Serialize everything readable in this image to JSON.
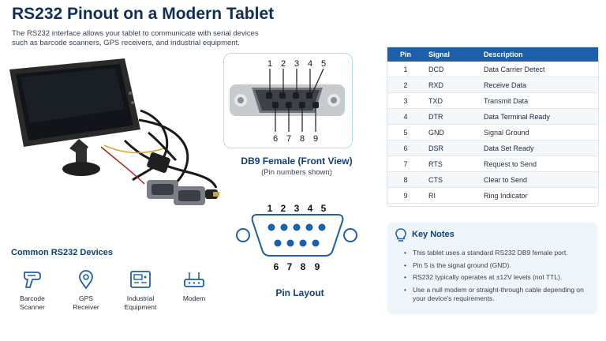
{
  "header": {
    "title": "RS232 Pinout on a Modern Tablet",
    "intro_line1": "The RS232 interface allows your tablet to communicate with serial devices",
    "intro_line2": "such as barcode scanners, GPS receivers, and industrial equipment."
  },
  "front_view": {
    "top_pins": [
      "1",
      "2",
      "3",
      "4",
      "5"
    ],
    "bottom_pins": [
      "6",
      "7",
      "8",
      "9"
    ],
    "title": "DB9 Female (Front View)",
    "subtitle": "(Pin numbers shown)"
  },
  "pin_layout": {
    "top_pins": [
      "1",
      "2",
      "3",
      "4",
      "5"
    ],
    "bottom_pins": [
      "6",
      "7",
      "8",
      "9"
    ],
    "title": "Pin Layout"
  },
  "devices": {
    "title": "Common RS232 Devices",
    "items": [
      {
        "label_line1": "Barcode",
        "label_line2": "Scanner",
        "icon": "barcode-scanner-icon"
      },
      {
        "label_line1": "GPS",
        "label_line2": "Receiver",
        "icon": "map-pin-icon"
      },
      {
        "label_line1": "Industrial",
        "label_line2": "Equipment",
        "icon": "control-panel-icon"
      },
      {
        "label_line1": "Modem",
        "label_line2": "",
        "icon": "modem-icon"
      }
    ]
  },
  "table": {
    "headers": [
      "Pin",
      "Signal",
      "Description"
    ],
    "rows": [
      [
        "1",
        "DCD",
        "Data Carrier Detect"
      ],
      [
        "2",
        "RXD",
        "Receive Data"
      ],
      [
        "3",
        "TXD",
        "Transmit Data"
      ],
      [
        "4",
        "DTR",
        "Data Terminal Ready"
      ],
      [
        "5",
        "GND",
        "Signal Ground"
      ],
      [
        "6",
        "DSR",
        "Data Set Ready"
      ],
      [
        "7",
        "RTS",
        "Request to Send"
      ],
      [
        "8",
        "CTS",
        "Clear to Send"
      ],
      [
        "9",
        "RI",
        "Ring Indicator"
      ]
    ]
  },
  "notes": {
    "title": "Key Notes",
    "items": [
      "This tablet uses a standard RS232 DB9 female port.",
      "Pin 5 is the signal ground (GND).",
      "RS232 typically operates at ±12V levels (not TTL).",
      "Use a null modem or straight-through cable depending on your device's requirements."
    ]
  },
  "colors": {
    "title": "#0f2f5a",
    "accent": "#1d5faa",
    "notes_bg": "#eef5fb",
    "icon": "#1d5faa"
  }
}
